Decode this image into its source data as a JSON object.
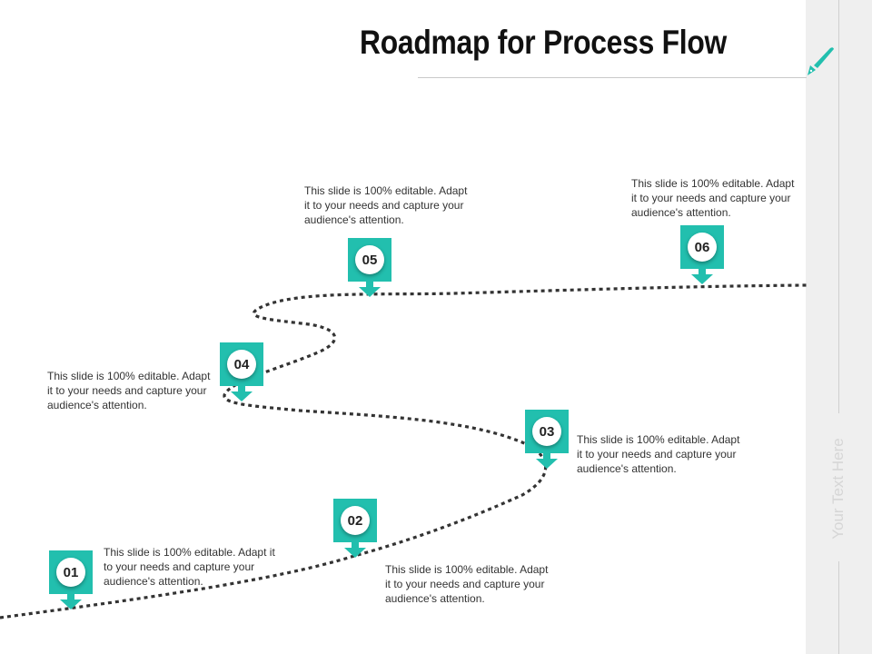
{
  "title": "Roadmap for Process Flow",
  "sidebar_text": "Your Text Here",
  "icons": {
    "title_icon": "pen-icon"
  },
  "colors": {
    "accent": "#22bfae",
    "path": "#333333",
    "sidebar": "#efefef"
  },
  "steps": [
    {
      "number": "01",
      "text": "This slide is 100% editable. Adapt it to your needs and capture your audience's attention."
    },
    {
      "number": "02",
      "text": "This slide is 100% editable. Adapt it to your needs and capture your audience's attention."
    },
    {
      "number": "03",
      "text": "This slide is 100% editable. Adapt it to your needs and capture your audience's attention."
    },
    {
      "number": "04",
      "text": "This slide is 100% editable. Adapt it to your needs and capture your audience's attention."
    },
    {
      "number": "05",
      "text": "This slide is 100% editable. Adapt it to your needs and capture your audience's attention."
    },
    {
      "number": "06",
      "text": "This slide is 100% editable. Adapt it to your needs and capture your audience's attention."
    }
  ]
}
